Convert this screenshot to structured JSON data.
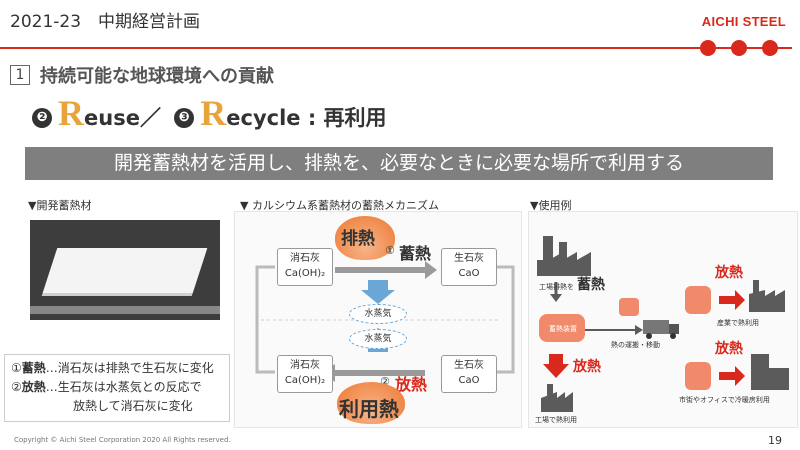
{
  "header": {
    "plan_title": "2021-23　中期経営計画",
    "logo_text": "AICHI STEEL"
  },
  "section": {
    "number": "1",
    "title": "持続可能な地球環境への貢献"
  },
  "subheading": {
    "num1": "❷",
    "r1_big": "R",
    "r1_rest": "euse",
    "sep": "／",
    "num2": "❸",
    "r2_big": "R",
    "r2_rest": "ecycle",
    "suffix": " : 再利用"
  },
  "banner_text": "開発蓄熱材を活用し、排熱を、必要なときに必要な場所で利用する",
  "panels": {
    "material_label": "▼開発蓄熱材",
    "mechanism_label": "▼ カルシウム系蓄熱材の蓄熱メカニズム",
    "usage_label": "▼使用例"
  },
  "mechanism": {
    "top_flame": "排熱",
    "step1_num": "①",
    "step1": "蓄熱",
    "slaked_lime_1": "消石灰",
    "slaked_lime_formula_1": "Ca(OH)₂",
    "quicklime_1": "生石灰",
    "quicklime_formula_1": "CaO",
    "vapor_top": "水蒸気",
    "vapor_bottom": "水蒸気",
    "slaked_lime_2": "消石灰",
    "slaked_lime_formula_2": "Ca(OH)₂",
    "quicklime_2": "生石灰",
    "quicklime_formula_2": "CaO",
    "step2_num": "②",
    "step2": "放熱",
    "bottom_flame": "利用熱"
  },
  "notes": {
    "line1_num": "①",
    "line1_key": "蓄熱",
    "line1_text": "…消石灰は排熱で生石灰に変化",
    "line2_num": "②",
    "line2_key": "放熱",
    "line2_text": "…生石灰は水蒸気との反応で",
    "line3_text": "放熱して消石灰に変化"
  },
  "usage": {
    "factory_exhaust_small": "工場排熱を",
    "store_heat": "蓄熱",
    "storage_unit": "蓄熱装置",
    "release_heat_1": "放熱",
    "industry_use": "産業で熱利用",
    "transport": "熱の運搬・移動",
    "release_heat_main": "放熱",
    "release_heat_2": "放熱",
    "factory_use": "工場で熱利用",
    "city_use": "市街やオフィスで冷暖房利用"
  },
  "footer": {
    "copyright": "Copyright © Aichi Steel Corporation 2020 All Rights reserved.",
    "page": "19"
  },
  "colors": {
    "brand_red": "#d9291c",
    "accent_orange": "#e8a33b",
    "banner_gray": "#7f7f7f",
    "flame_orange": "#f08a4b",
    "vapor_blue": "#6aa6d6"
  }
}
